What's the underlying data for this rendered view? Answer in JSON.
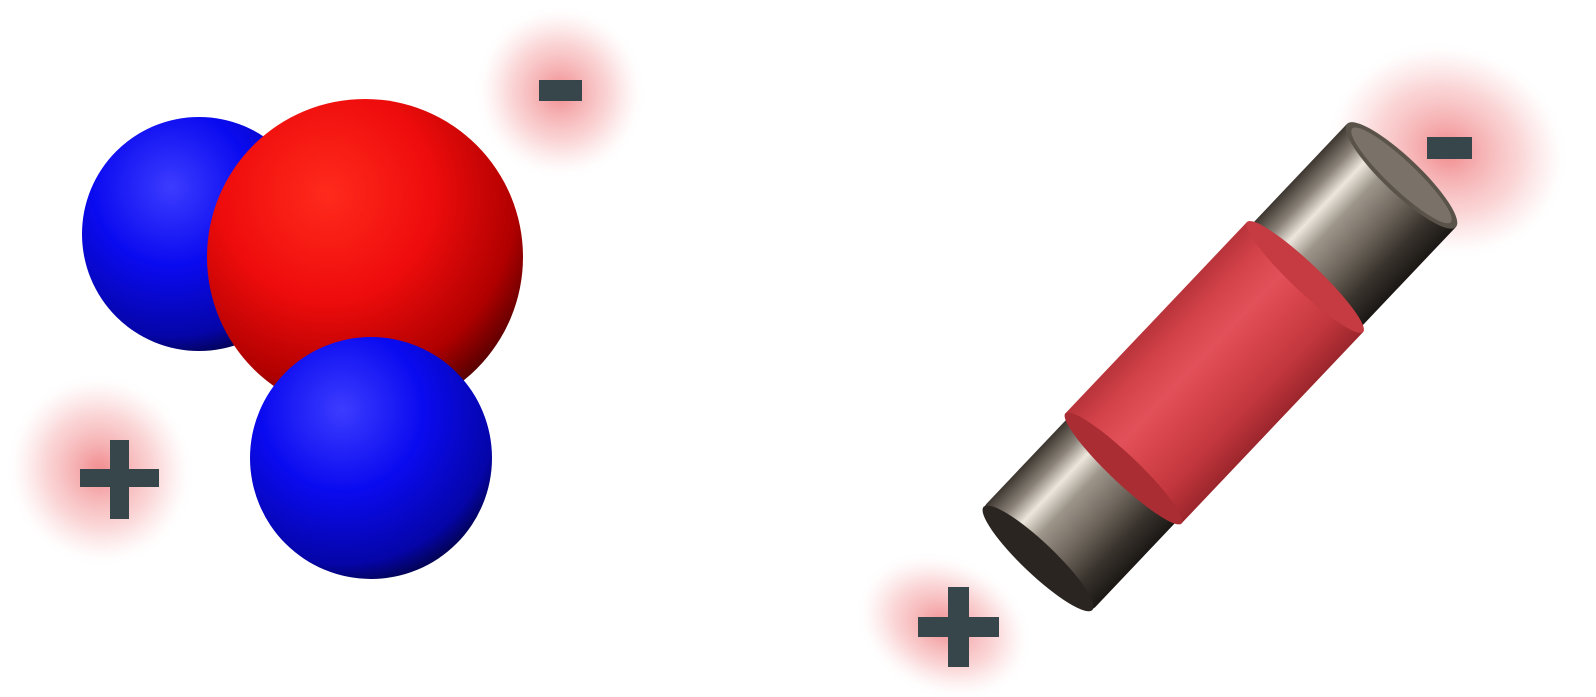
{
  "panels": [
    {
      "name": "water-molecule",
      "atoms": [
        {
          "element": "hydrogen",
          "color": "#0a0af0"
        },
        {
          "element": "oxygen",
          "color": "#ff0c0c"
        },
        {
          "element": "hydrogen",
          "color": "#0a0af0"
        }
      ],
      "charges": [
        {
          "sign": "-"
        },
        {
          "sign": "+"
        }
      ]
    },
    {
      "name": "battery",
      "body_color": "#dc4349",
      "cap_color": "#8a8278",
      "charges": [
        {
          "sign": "-"
        },
        {
          "sign": "+"
        }
      ]
    }
  ],
  "colors": {
    "charge_glow": "#f28a8a",
    "charge_symbol": "#37464a"
  }
}
